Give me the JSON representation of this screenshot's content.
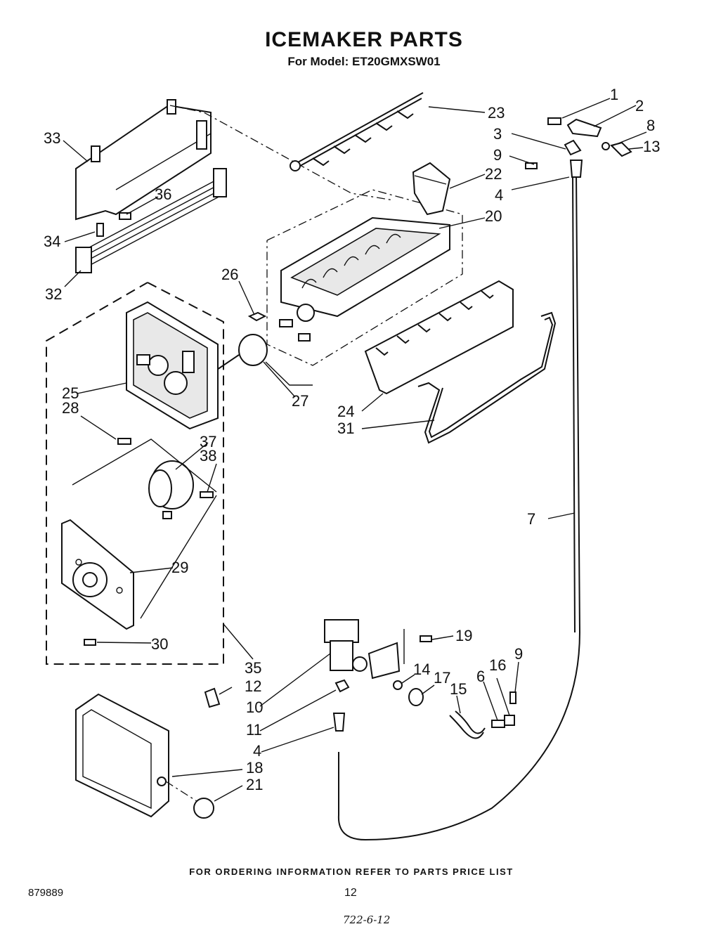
{
  "header": {
    "title": "ICEMAKER PARTS",
    "subtitle": "For Model: ET20GMXSW01"
  },
  "footer": {
    "ordering_note": "FOR ORDERING INFORMATION REFER TO PARTS PRICE LIST",
    "document_number": "879889",
    "page_number": "12",
    "handwritten_note": "722-6-12"
  },
  "callouts": [
    "1",
    "2",
    "3",
    "4",
    "6",
    "7",
    "8",
    "9",
    "10",
    "11",
    "12",
    "13",
    "14",
    "15",
    "16",
    "17",
    "18",
    "19",
    "20",
    "21",
    "22",
    "23",
    "24",
    "25",
    "26",
    "27",
    "28",
    "29",
    "30",
    "31",
    "32",
    "33",
    "34",
    "35",
    "36",
    "37",
    "38"
  ],
  "callout_4b": "4",
  "callout_9b": "9"
}
